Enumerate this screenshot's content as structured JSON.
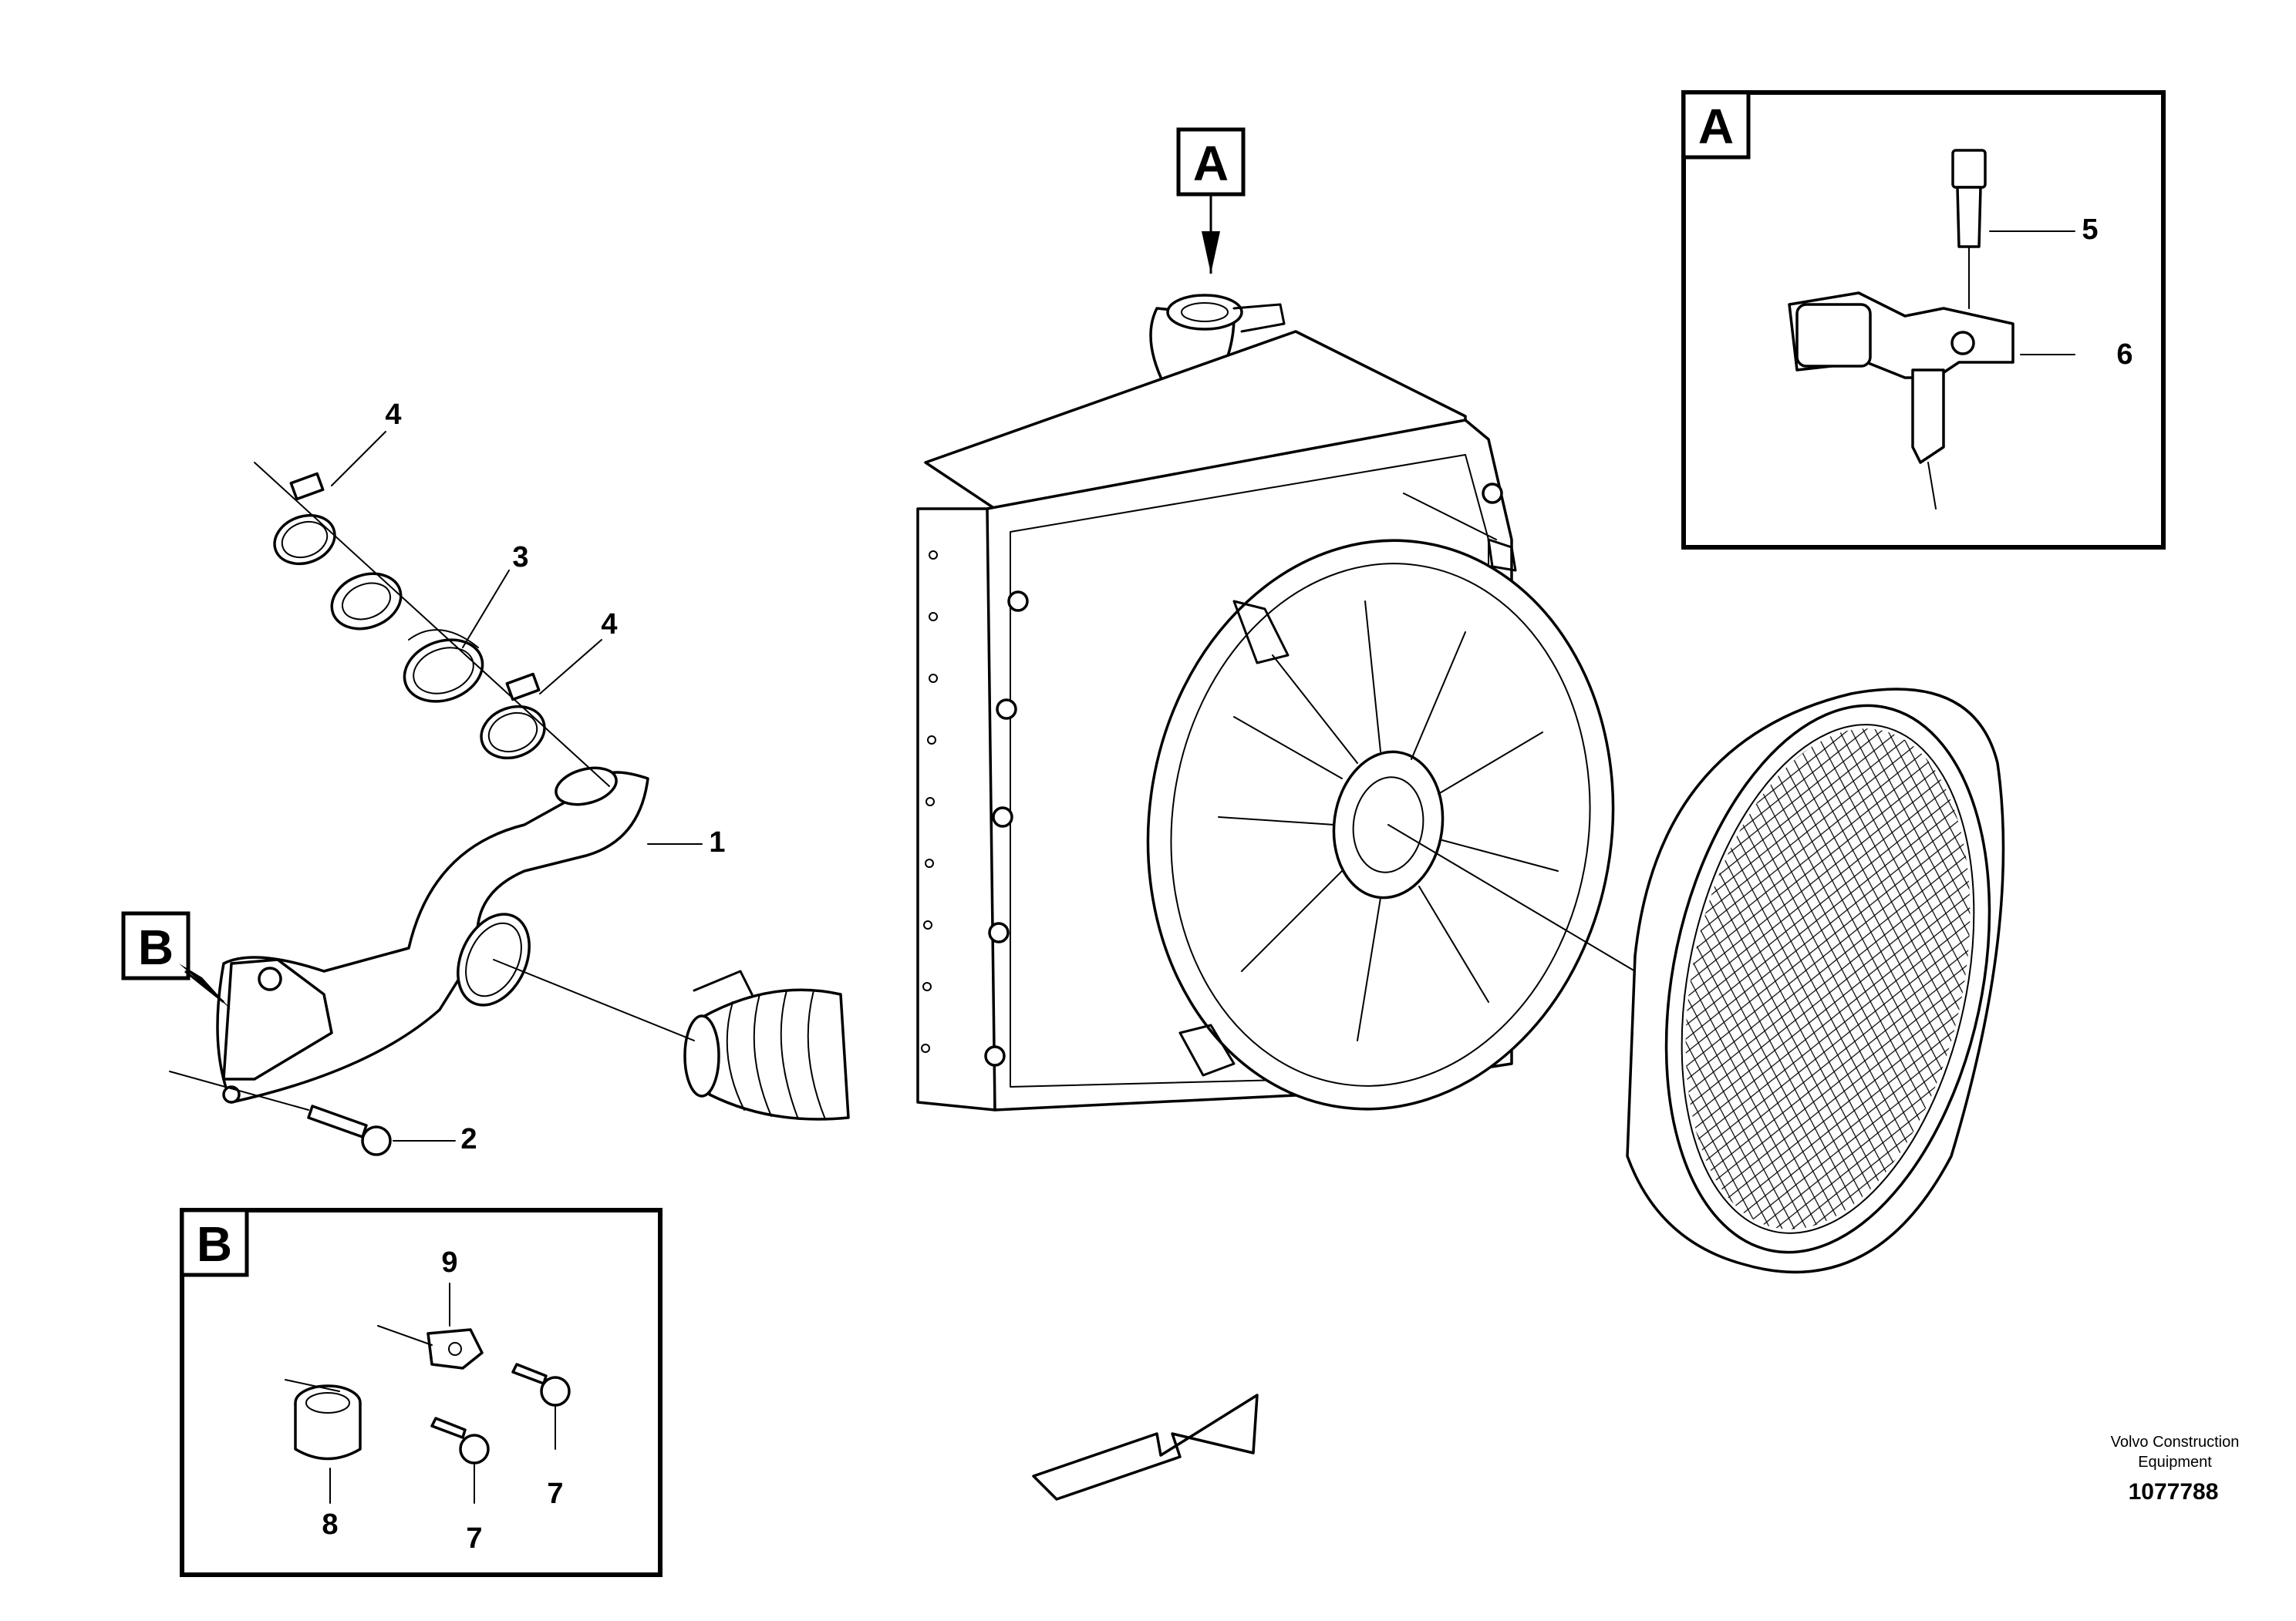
{
  "callouts": {
    "a_main": "A",
    "b_main": "B",
    "a_detail": "A",
    "b_detail": "B"
  },
  "labels": {
    "p1": "1",
    "p2": "2",
    "p3": "3",
    "p4_top": "4",
    "p4_mid": "4",
    "p5": "5",
    "p6": "6",
    "p7_a": "7",
    "p7_b": "7",
    "p8": "8",
    "p9": "9"
  },
  "footer": {
    "company_line1": "Volvo Construction",
    "company_line2": "Equipment",
    "doc_number": "1077788"
  }
}
